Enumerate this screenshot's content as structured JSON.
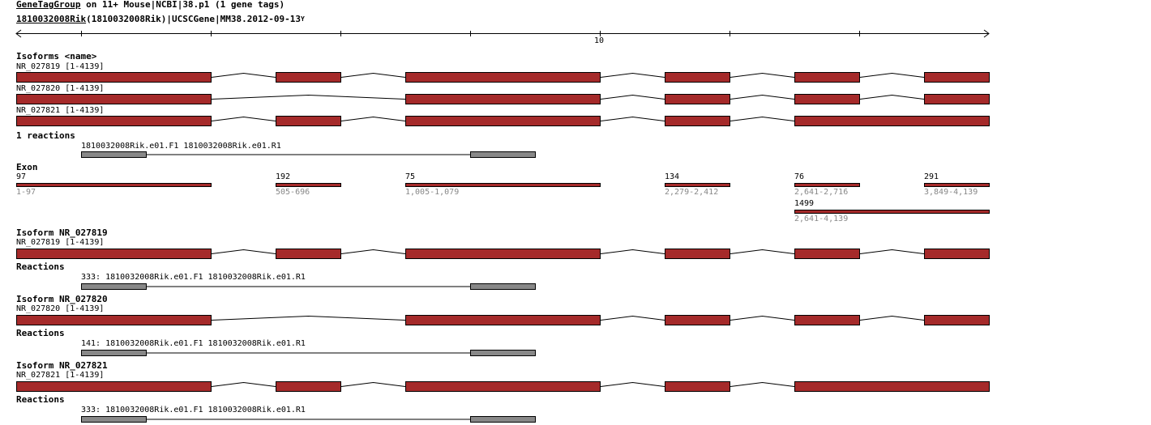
{
  "header": {
    "group_link": "GeneTagGroup",
    "group_rest": " on 11+ Mouse|NCBI|38.p1 (1 gene tags)",
    "gene_link": "1810032008Rik",
    "gene_rest": "(1810032008Rik)|UCSCGene|MM38.2012-09-13",
    "marker": "Y"
  },
  "axis": {
    "tick_label": "10"
  },
  "isoforms_section": {
    "title": "Isoforms <name>",
    "isoforms": [
      {
        "label": "NR_027819 [1-4139]",
        "exons": [
          1,
          2,
          3,
          4,
          5,
          6
        ]
      },
      {
        "label": "NR_027820 [1-4139]",
        "exons": [
          1,
          3,
          4,
          5,
          6
        ]
      },
      {
        "label": "NR_027821 [1-4139]",
        "exons": [
          1,
          2,
          3,
          4,
          7
        ]
      }
    ]
  },
  "reactions_section": {
    "title": "1 reactions",
    "label": "1810032008Rik.e01.F1 1810032008Rik.e01.R1"
  },
  "exon_section": {
    "title": "Exon",
    "exons": [
      {
        "id": 1,
        "length": "97",
        "range": "1-97"
      },
      {
        "id": 2,
        "length": "192",
        "range": "505-696"
      },
      {
        "id": 3,
        "length": "75",
        "range": "1,005-1,079"
      },
      {
        "id": 4,
        "length": "134",
        "range": "2,279-2,412"
      },
      {
        "id": 5,
        "length": "76",
        "range": "2,641-2,716"
      },
      {
        "id": 6,
        "length": "291",
        "range": "3,849-4,139"
      },
      {
        "id": 7,
        "length": "1499",
        "range": "2,641-4,139"
      }
    ]
  },
  "details": [
    {
      "title": "Isoform NR_027819",
      "label": "NR_027819 [1-4139]",
      "exons": [
        1,
        2,
        3,
        4,
        5,
        6
      ],
      "reactions_title": "Reactions",
      "reaction_label": "333: 1810032008Rik.e01.F1 1810032008Rik.e01.R1"
    },
    {
      "title": "Isoform NR_027820",
      "label": "NR_027820 [1-4139]",
      "exons": [
        1,
        3,
        4,
        5,
        6
      ],
      "reactions_title": "Reactions",
      "reaction_label": "141: 1810032008Rik.e01.F1 1810032008Rik.e01.R1"
    },
    {
      "title": "Isoform NR_027821",
      "label": "NR_027821 [1-4139]",
      "exons": [
        1,
        2,
        3,
        4,
        7
      ],
      "reactions_title": "Reactions",
      "reaction_label": "333: 1810032008Rik.e01.F1 1810032008Rik.e01.R1"
    }
  ],
  "colors": {
    "exon": "#a52a2a",
    "primer": "#888888"
  }
}
